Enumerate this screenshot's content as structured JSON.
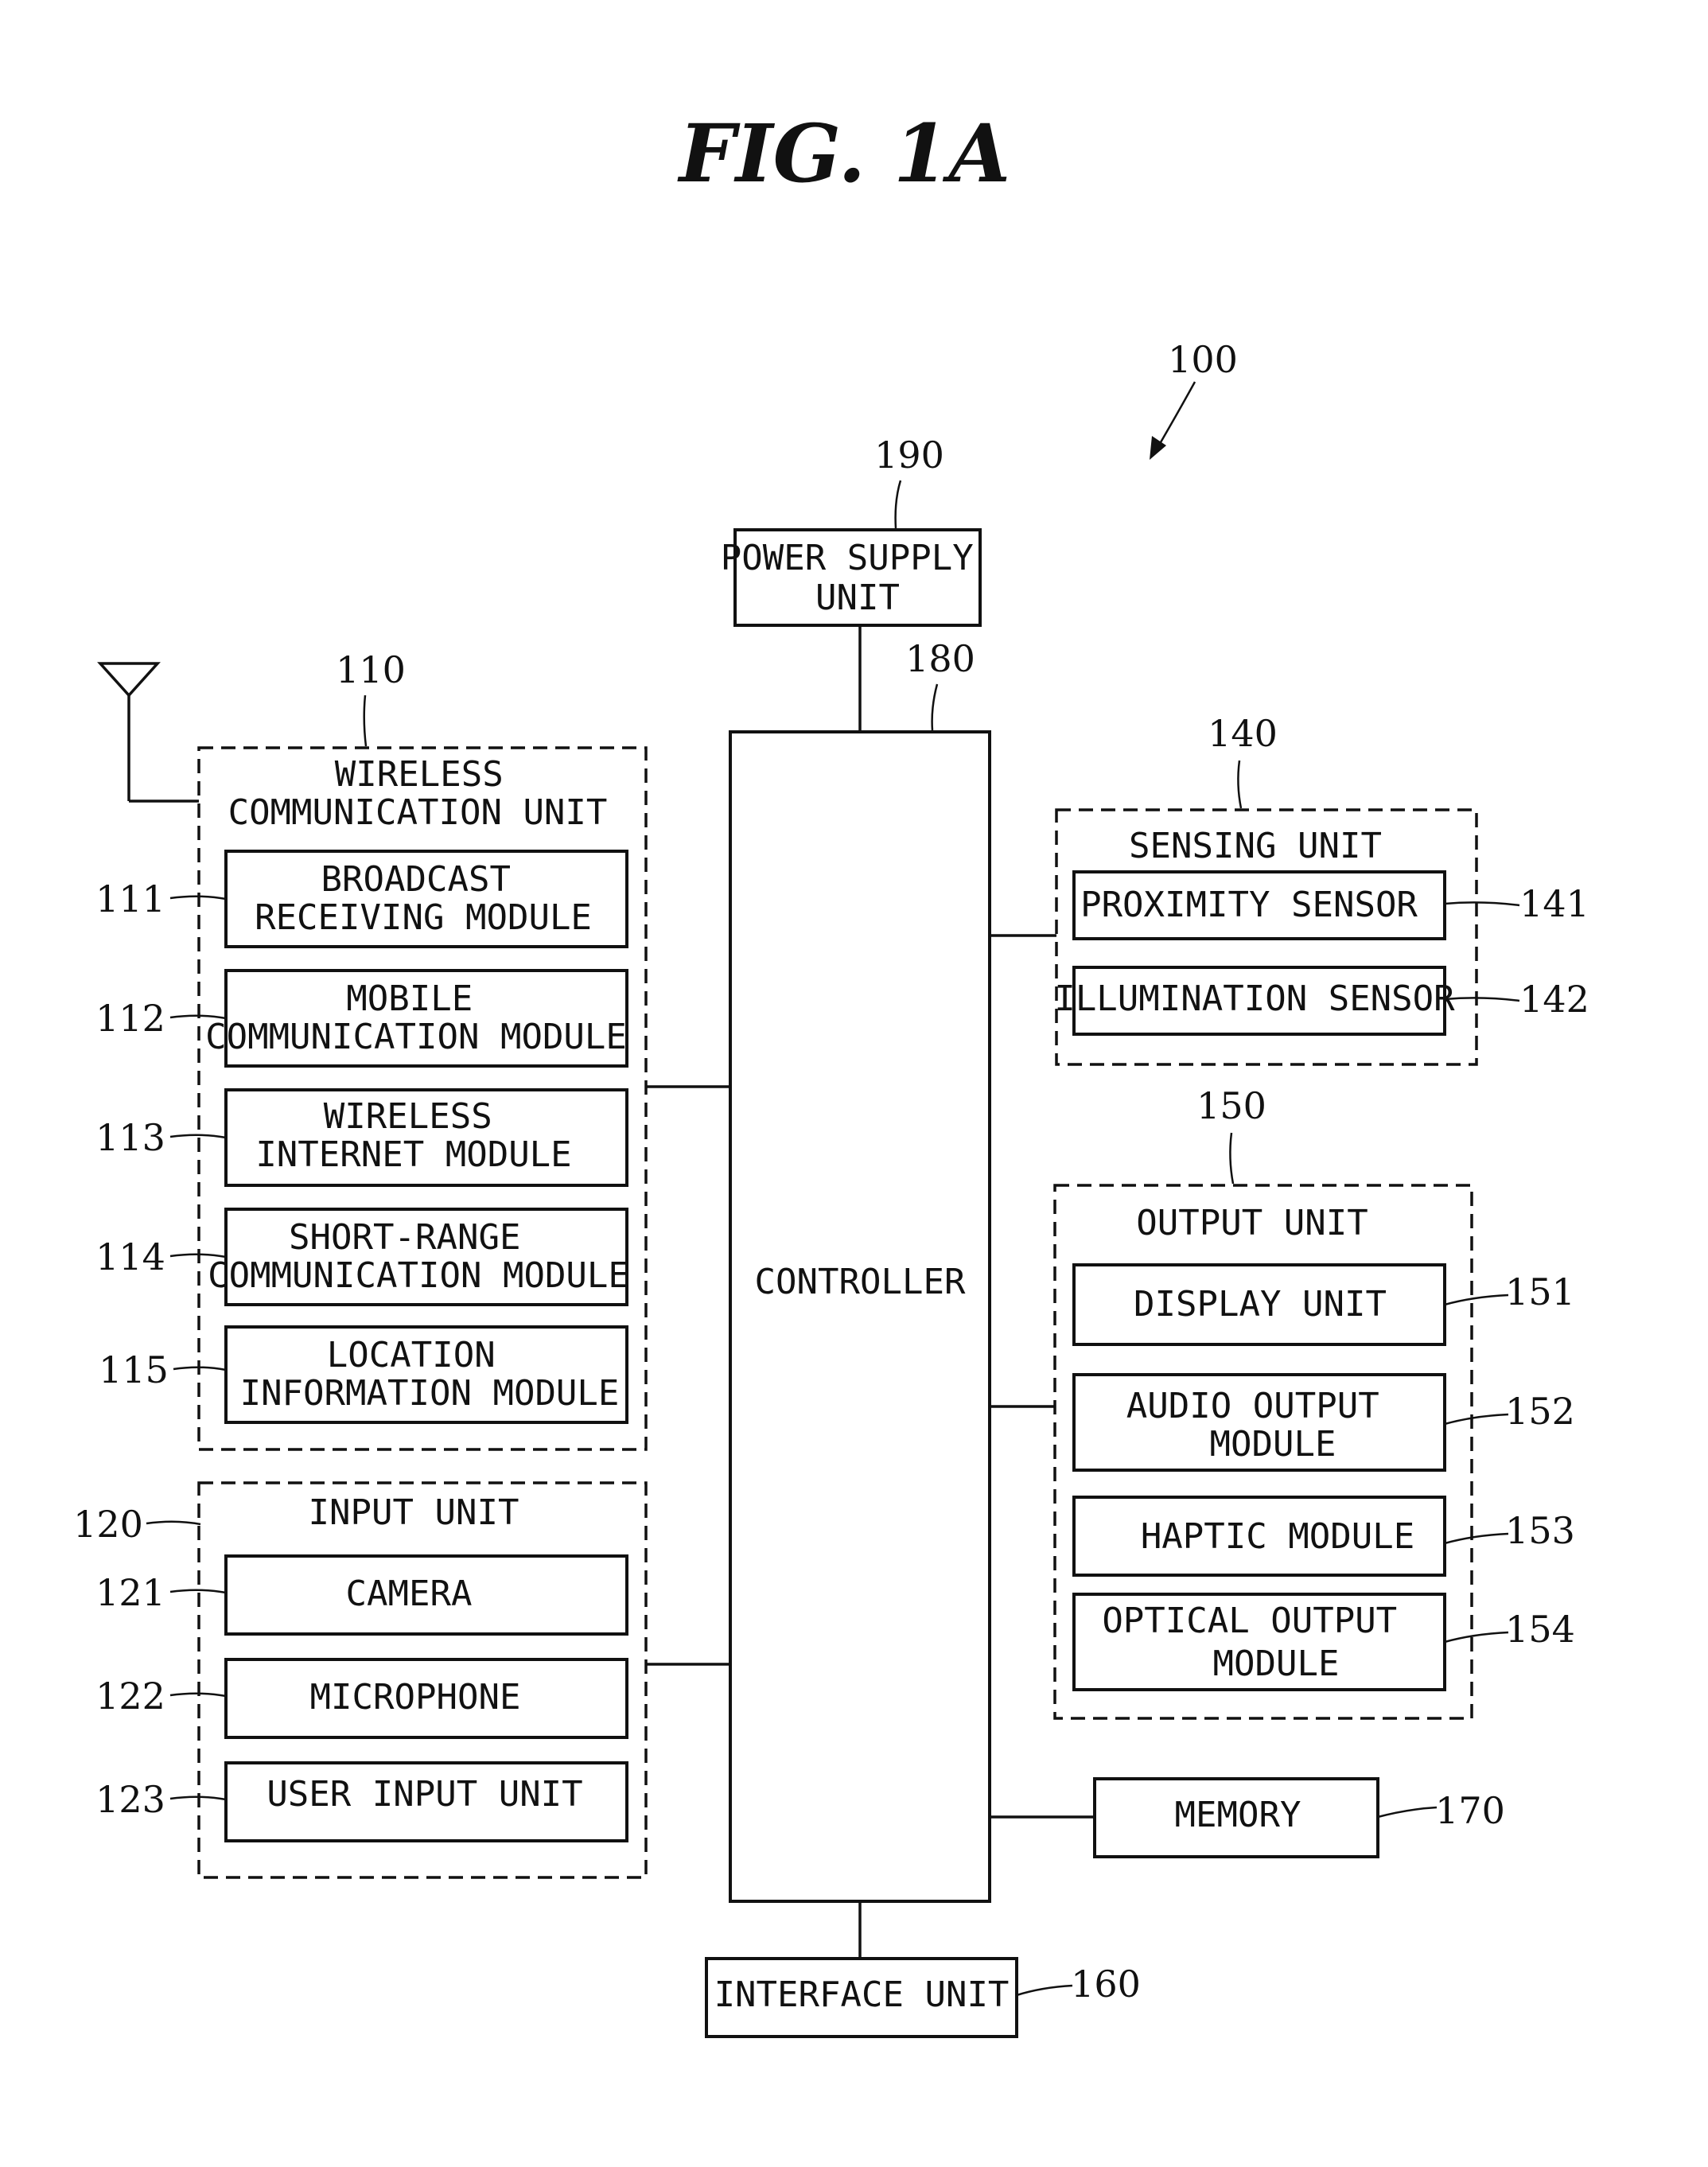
{
  "figure": {
    "title": "FIG. 1A",
    "ref_device": "100"
  },
  "power_supply": {
    "lines": [
      "POWER SUPPLY",
      "UNIT"
    ],
    "ref": "190"
  },
  "controller": {
    "label": "CONTROLLER",
    "ref": "180"
  },
  "wireless_unit": {
    "lines": [
      "WIRELESS",
      "COMMUNICATION UNIT"
    ],
    "ref": "110",
    "modules": [
      {
        "lines": [
          "BROADCAST",
          "RECEIVING MODULE"
        ],
        "ref": "111"
      },
      {
        "lines": [
          "MOBILE",
          "COMMUNICATION MODULE"
        ],
        "ref": "112"
      },
      {
        "lines": [
          "WIRELESS",
          "INTERNET MODULE"
        ],
        "ref": "113"
      },
      {
        "lines": [
          "SHORT-RANGE",
          "COMMUNICATION MODULE"
        ],
        "ref": "114"
      },
      {
        "lines": [
          "LOCATION",
          "INFORMATION MODULE"
        ],
        "ref": "115"
      }
    ]
  },
  "input_unit": {
    "label": "INPUT UNIT",
    "ref": "120",
    "items": [
      {
        "label": "CAMERA",
        "ref": "121"
      },
      {
        "label": "MICROPHONE",
        "ref": "122"
      },
      {
        "label": "USER INPUT UNIT",
        "ref": "123"
      }
    ]
  },
  "sensing_unit": {
    "label": "SENSING UNIT",
    "ref": "140",
    "items": [
      {
        "label": "PROXIMITY SENSOR",
        "ref": "141"
      },
      {
        "label": "ILLUMINATION SENSOR",
        "ref": "142"
      }
    ]
  },
  "output_unit": {
    "label": "OUTPUT UNIT",
    "ref": "150",
    "items": [
      {
        "lines": [
          "DISPLAY UNIT"
        ],
        "ref": "151"
      },
      {
        "lines": [
          "AUDIO OUTPUT",
          "MODULE"
        ],
        "ref": "152"
      },
      {
        "lines": [
          "HAPTIC MODULE"
        ],
        "ref": "153"
      },
      {
        "lines": [
          "OPTICAL OUTPUT",
          "MODULE"
        ],
        "ref": "154"
      }
    ]
  },
  "memory": {
    "label": "MEMORY",
    "ref": "170"
  },
  "interface_unit": {
    "label": "INTERFACE UNIT",
    "ref": "160"
  }
}
